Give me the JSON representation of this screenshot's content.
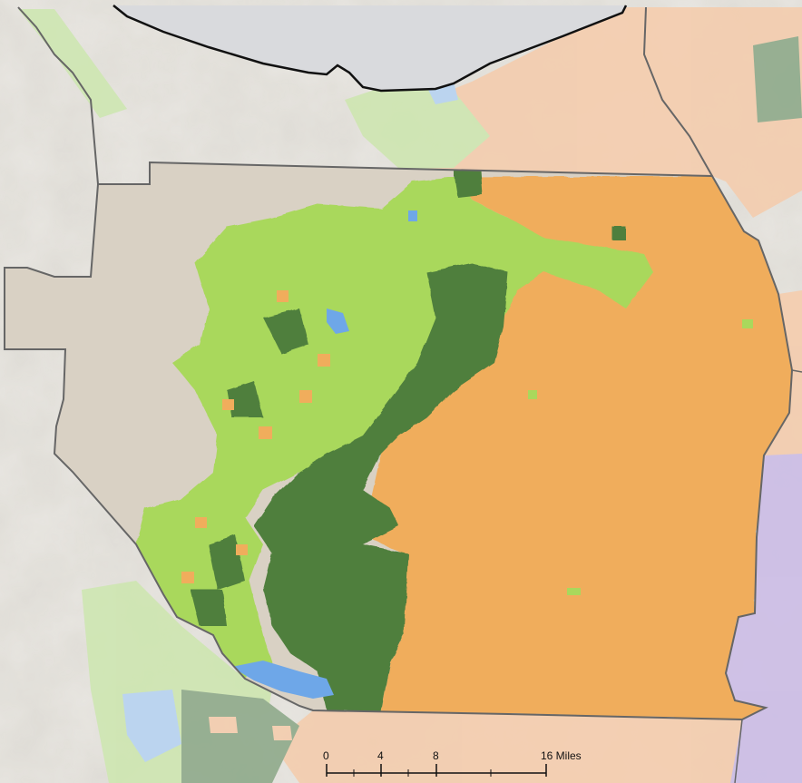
{
  "map": {
    "colors": {
      "background": "#e9e7e2",
      "relief_light": "#f1f0ed",
      "relief_shadow": "#d6d4cf",
      "county_outside": "#e6e1d8",
      "county_plain": "#d9d1c4",
      "orange_region": "#f0ad5c",
      "orange_outside": "#f3ceb0",
      "light_green": "#a9d85c",
      "light_green_outside": "#cfe6b3",
      "dark_green": "#4f7f3e",
      "dark_green_outside": "#93ad8f",
      "water_blue": "#6ea7e8",
      "water_blue_outside": "#b9d4f1",
      "purple_region": "#9b86d6",
      "purple_outside": "#cdbfe6",
      "lake": "#d9dadd",
      "boundary": "#666666",
      "shoreline": "#111111"
    },
    "scale_bar": {
      "labels": [
        "0",
        "4",
        "8",
        "16 Miles"
      ]
    }
  }
}
